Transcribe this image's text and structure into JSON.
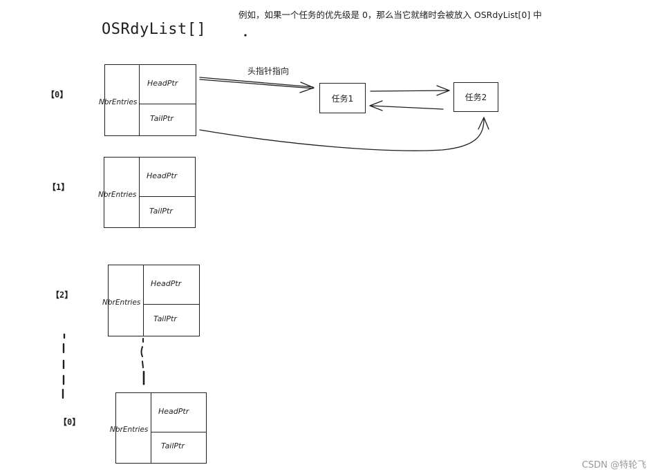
{
  "title": "OSRdyList[]",
  "note": "例如，如果一个任务的优先级是 0，那么当它就绪时会被放入 OSRdyList[0] 中",
  "entries": [
    {
      "index": "【0】",
      "nbr": "NbrEntries",
      "head": "HeadPtr",
      "tail": "TailPtr"
    },
    {
      "index": "【1】",
      "nbr": "NbrEntries",
      "head": "HeadPtr",
      "tail": "TailPtr"
    },
    {
      "index": "【2】",
      "nbr": "NbrEntries",
      "head": "HeadPtr",
      "tail": "TailPtr"
    },
    {
      "index": "【0】",
      "nbr": "NbrEntries",
      "head": "HeadPtr",
      "tail": "TailPtr"
    }
  ],
  "tasks": {
    "task1": "任务1",
    "task2": "任务2"
  },
  "head_arrow_label": "头指针指向",
  "watermark": "CSDN @特轮飞"
}
